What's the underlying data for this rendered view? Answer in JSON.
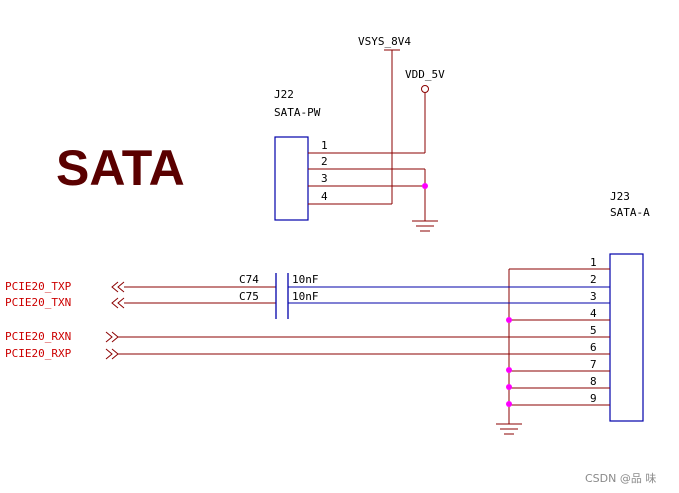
{
  "title": "SATA",
  "watermark": "CSDN @品 味",
  "colors": {
    "wire": "#8b0000",
    "part_outline": "#0000aa",
    "junction": "#ff00ff",
    "net_label": "#cc0000",
    "title": "#5a0000"
  },
  "power_nets": {
    "vsys": "VSYS_8V4",
    "vdd": "VDD_5V"
  },
  "j22": {
    "ref": "J22",
    "value": "SATA-PW",
    "pins": [
      "1",
      "2",
      "3",
      "4"
    ]
  },
  "j23": {
    "ref": "J23",
    "value": "SATA-A",
    "pins": [
      "1",
      "2",
      "3",
      "4",
      "5",
      "6",
      "7",
      "8",
      "9"
    ]
  },
  "caps": [
    {
      "ref": "C74",
      "value": "10nF"
    },
    {
      "ref": "C75",
      "value": "10nF"
    }
  ],
  "nets": {
    "txp": "PCIE20_TXP",
    "txn": "PCIE20_TXN",
    "rxn": "PCIE20_RXN",
    "rxp": "PCIE20_RXP"
  }
}
